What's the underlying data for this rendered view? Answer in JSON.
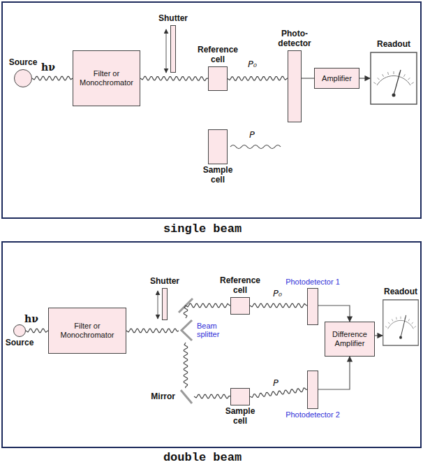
{
  "diagram": {
    "nodes": [
      {
        "text": [
          "Source"
        ]
      },
      {
        "text": [
          "Filter or Monochromator"
        ]
      },
      {
        "text": [
          "Shutter"
        ]
      },
      {
        "text": [
          "Reference cell"
        ]
      },
      {
        "text": [
          "Sample cell"
        ]
      },
      {
        "text": [
          "Photo- detector"
        ]
      },
      {
        "text": [
          "Amplifier"
        ]
      },
      {
        "text": [
          "Readout"
        ]
      },
      {
        "text": [
          "Source"
        ]
      },
      {
        "text": [
          "Filter or Monochromator"
        ]
      },
      {
        "text": [
          "Shutter"
        ]
      },
      {
        "text": [
          "Beam splitter"
        ]
      },
      {
        "text": [
          "Mirror"
        ]
      },
      {
        "text": [
          "Reference cell"
        ]
      },
      {
        "text": [
          "Sample cell"
        ]
      },
      {
        "text": [
          "Photodetector 1"
        ]
      },
      {
        "text": [
          "Photodetector 2"
        ]
      },
      {
        "text": [
          "Difference Amplifier"
        ]
      },
      {
        "text": [
          "Readout"
        ]
      }
    ],
    "edges": [
      {
        "from": 0,
        "to": 1,
        "arrow": "none",
        "label": "hν"
      },
      {
        "from": 1,
        "to": 3,
        "arrow": "none"
      },
      {
        "from": 3,
        "to": 5,
        "arrow": "none",
        "label": "P₀"
      },
      {
        "from": 5,
        "to": 6,
        "arrow": "none"
      },
      {
        "from": 6,
        "to": 7,
        "arrow": "to"
      },
      {
        "from": 8,
        "to": 9,
        "arrow": "none",
        "label": "hν"
      },
      {
        "from": 9,
        "to": 11,
        "arrow": "none"
      },
      {
        "from": 11,
        "to": 13,
        "arrow": "none"
      },
      {
        "from": 13,
        "to": 15,
        "arrow": "none",
        "label": "P₀"
      },
      {
        "from": 11,
        "to": 12,
        "arrow": "none"
      },
      {
        "from": 12,
        "to": 14,
        "arrow": "none"
      },
      {
        "from": 14,
        "to": 16,
        "arrow": "none",
        "label": "P"
      },
      {
        "from": 15,
        "to": 17,
        "arrow": "to"
      },
      {
        "from": 16,
        "to": 17,
        "arrow": "to"
      },
      {
        "from": 17,
        "to": 18,
        "arrow": "to"
      }
    ],
    "labels": [
      "P",
      "single beam",
      "double beam"
    ]
  }
}
